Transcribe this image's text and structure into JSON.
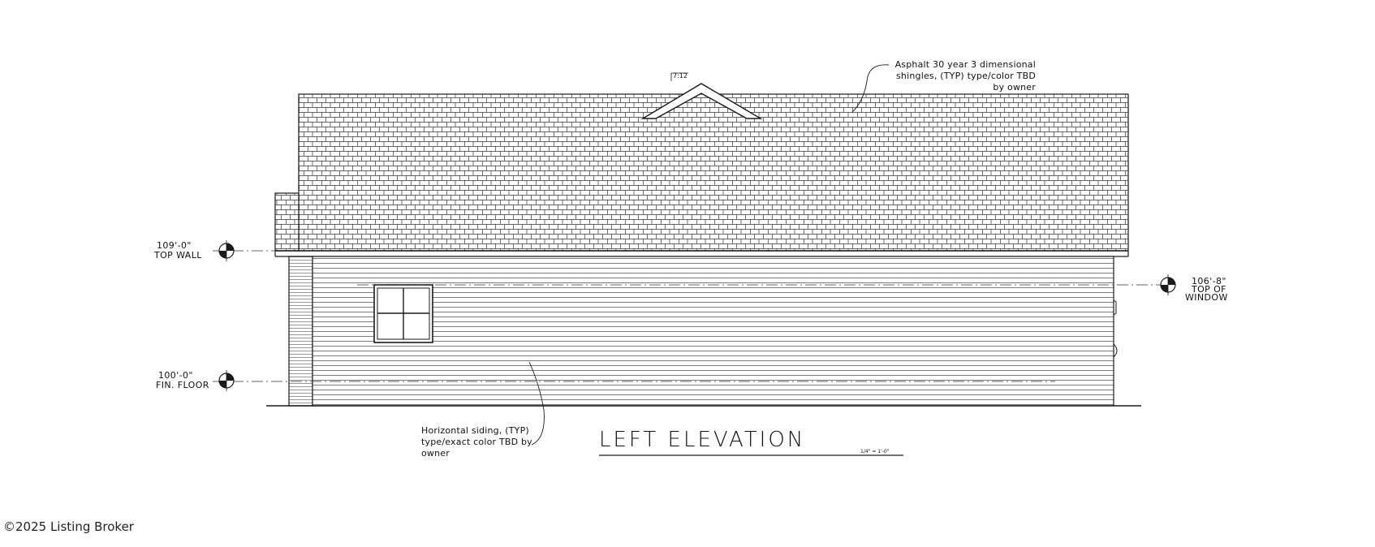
{
  "drawing_title": "LEFT ELEVATION",
  "scale": "1/4\" = 1'-0\"",
  "roof_pitch": "7:12",
  "notes": {
    "roof": [
      "Asphalt 30 year 3 dimensional",
      "shingles, (TYP) type/color TBD",
      "by owner"
    ],
    "siding": [
      "Horizontal siding, (TYP)",
      "type/exact color TBD by",
      "owner"
    ]
  },
  "levels": {
    "top_wall": {
      "elevation": "109'-0\"",
      "label": "TOP WALL"
    },
    "fin_floor": {
      "elevation": "100'-0\"",
      "label": "FIN. FLOOR"
    },
    "top_of_window": {
      "elevation": "106'-8\"",
      "label_line1": "TOP OF",
      "label_line2": "WINDOW"
    }
  },
  "copyright": "©2025 Listing Broker",
  "colors": {
    "line": "#1a1a1a",
    "background": "#ffffff"
  }
}
